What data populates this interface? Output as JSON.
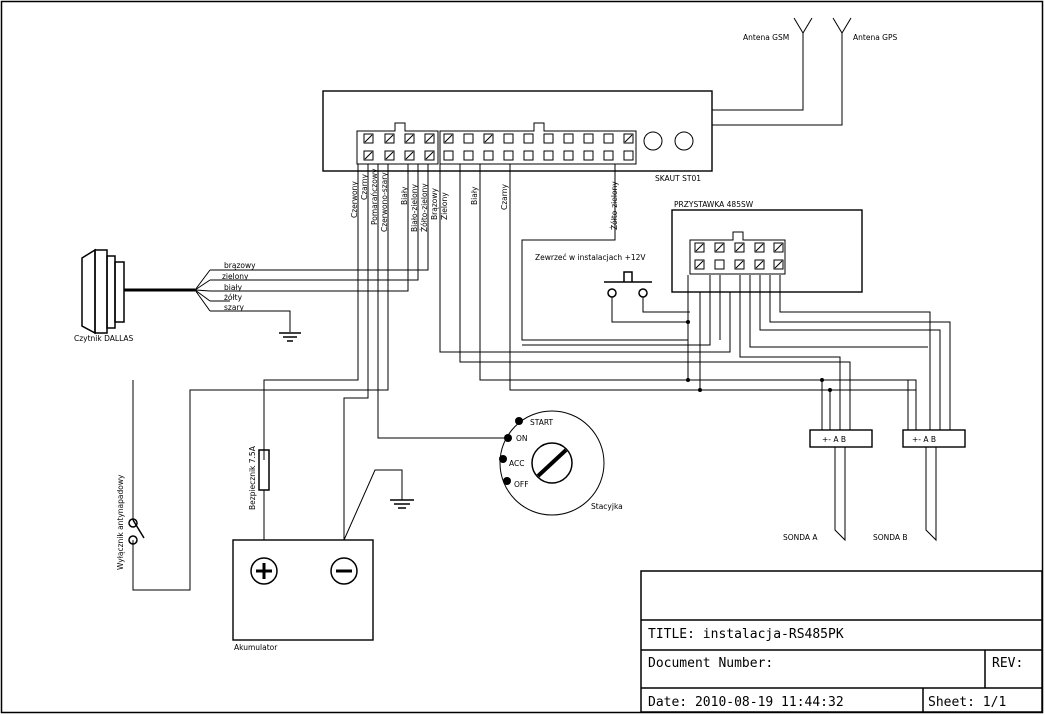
{
  "antennas": {
    "gsm": "Antena GSM",
    "gps": "Antena GPS"
  },
  "skaut": {
    "label": "SKAUT ST01"
  },
  "przystawka": {
    "label": "PRZYSTAWKA 485SW"
  },
  "wire_labels": {
    "czerwony": "Czerwony",
    "czarny": "Czarny",
    "pomaranczowy": "Pomarańczowy",
    "czerwono_szary": "Czerwono-szary",
    "bialy_a": "Biały",
    "bialo_zielony": "Biało-zielony",
    "zolto_zielony_a": "Żółto-zielony",
    "brazowy_v": "Brązowy",
    "zielony_v": "Zielony",
    "bialy_b": "Biały",
    "czarny_b": "Czarny",
    "zolto_zielony_b": "Żółto-zielony"
  },
  "dallas": {
    "label": "Czytnik DALLAS",
    "wires": [
      "brązowy",
      "zielony",
      "biały",
      "żółty",
      "szary"
    ]
  },
  "zwierac": {
    "label": "Zewrzeć w instalacjach +12V"
  },
  "stacyjka": {
    "label": "Stacyjka",
    "positions": [
      "START",
      "ON",
      "ACC",
      "OFF"
    ]
  },
  "bezpiecznik": {
    "label": "Bezpiecznik 7.5A"
  },
  "akumulator": {
    "label": "Akumulator",
    "plus": "+",
    "minus": "−"
  },
  "wylacznik": {
    "label": "Wyłącznik antynapadowy"
  },
  "sonda_a": {
    "label": "SONDA A",
    "pins": "+-  A B"
  },
  "sonda_b": {
    "label": "SONDA B",
    "pins": "+-  A B"
  },
  "title_block": {
    "title": "TITLE:  instalacja-RS485PK",
    "document_number": "Document Number:",
    "rev": "REV:",
    "date": "Date: 2010-08-19 11:44:32",
    "sheet": "Sheet: 1/1"
  }
}
